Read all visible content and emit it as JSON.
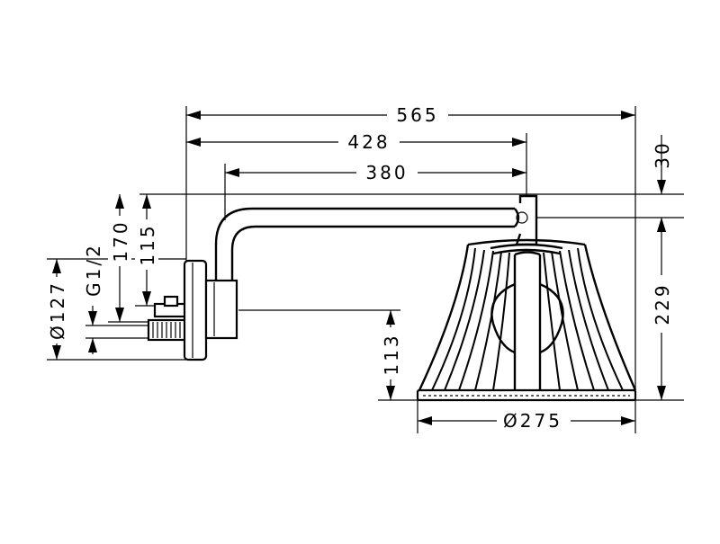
{
  "dimensions": {
    "overall_length": "565",
    "arm_length": "428",
    "arm_reach": "380",
    "top_offset": "30",
    "head_height": "229",
    "head_diameter": "Ø275",
    "head_bottom_height": "113",
    "height_170": "170",
    "height_115": "115",
    "thread": "G1/2",
    "flange_diameter": "Ø127"
  },
  "colors": {
    "line": "#000000",
    "background": "#ffffff"
  }
}
